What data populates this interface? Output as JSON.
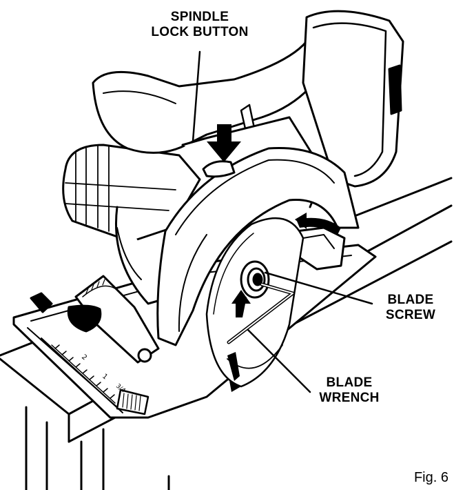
{
  "callouts": {
    "spindle_lock_button": [
      "SPINDLE",
      "LOCK BUTTON"
    ],
    "blade_screw": [
      "BLADE",
      "SCREW"
    ],
    "blade_wrench": [
      "BLADE",
      "WRENCH"
    ]
  },
  "figure_number": "Fig. 6",
  "scale_numbers": [
    "2",
    "1",
    "3/4"
  ],
  "colors": {
    "ink": "#000000",
    "paper": "#ffffff"
  }
}
